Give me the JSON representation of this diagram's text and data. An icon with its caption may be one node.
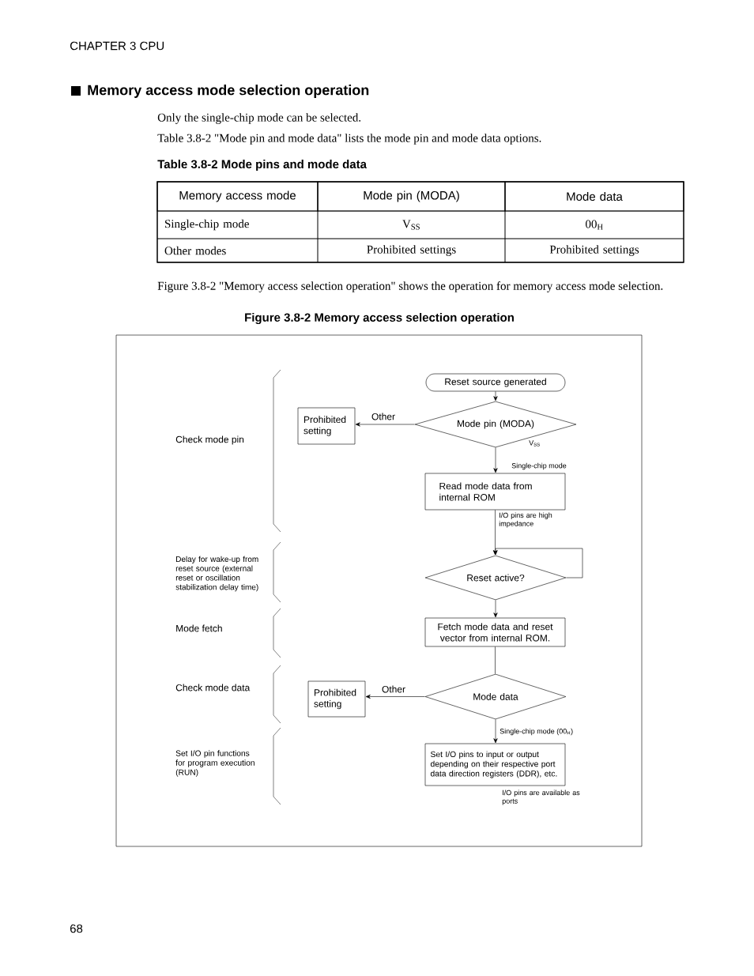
{
  "diagram": {
    "title": "Memory access mode selection operation",
    "caption": "Figure 3.8-2  Memory access selection operation",
    "nodes": [
      {
        "text": [
          "Reset  source generated"
        ]
      },
      {
        "text": [
          "Mode pin (MODA)"
        ],
        "beside": [
          "V$_{SS}$"
        ]
      },
      {
        "text": [
          "Prohibited setting"
        ]
      },
      {
        "text": [
          "Read mode data from internal ROM"
        ],
        "beside": [
          "I/O pins are high impedance"
        ]
      },
      {
        "text": [
          "Reset active?"
        ]
      },
      {
        "text": [
          "Fetch mode data and reset vector from internal ROM."
        ]
      },
      {
        "text": [
          "Mode data"
        ]
      },
      {
        "text": [
          "Prohibited setting"
        ]
      },
      {
        "text": [
          "Set I/O pins to input or output depending on their respective port data direction registers (DDR), etc."
        ],
        "beside": [
          "I/O pins are available as ports"
        ]
      }
    ],
    "edges": [
      {
        "from": 0,
        "to": 1,
        "arrow": "to"
      },
      {
        "from": 1,
        "to": 2,
        "arrow": "to",
        "label": "Other"
      },
      {
        "from": 1,
        "to": 3,
        "arrow": "to",
        "label": "Single-chip mode"
      },
      {
        "from": 3,
        "to": 4,
        "arrow": "to"
      },
      {
        "from": 4,
        "to": 4,
        "arrow": "to"
      },
      {
        "from": 4,
        "to": 5,
        "arrow": "to"
      },
      {
        "from": 5,
        "to": 6,
        "arrow": "none"
      },
      {
        "from": 6,
        "to": 7,
        "arrow": "to",
        "label": "Other"
      },
      {
        "from": 6,
        "to": 8,
        "arrow": "to",
        "label": "Single-chip mode (00$_{H}$)"
      }
    ],
    "labels": [
      "CHAPTER 3  CPU",
      "Only the single-chip mode can be selected.",
      "Table 3.8-2 \"Mode pin and mode data\" lists the mode pin and mode data options.",
      "Table 3.8-2  Mode pins and mode data",
      "Memory access mode",
      "Mode pin (MODA)",
      "Mode data",
      "Single-chip mode",
      "V$_{SS}$",
      "00$_{H}$",
      "Other modes",
      "Prohibited settings",
      "Prohibited settings",
      "Figure 3.8-2 \"Memory access selection operation\" shows the operation for memory access mode selection.",
      "Check mode pin",
      "Delay for wake-up from reset source (external reset or oscillation stabilization delay time)",
      "Mode fetch",
      "Check mode data",
      "Set I/O pin functions for program execution (RUN)",
      "68"
    ]
  }
}
